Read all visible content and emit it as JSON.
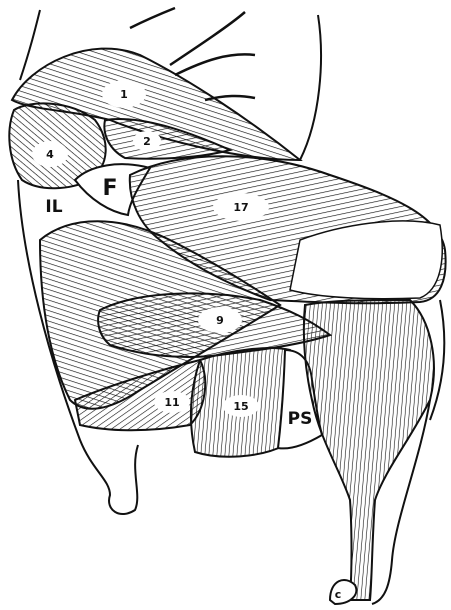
{
  "diagram": {
    "labels": {
      "m1": "1",
      "m2": "2",
      "m4": "4",
      "f": "F",
      "il": "IL",
      "m17": "17",
      "m9": "9",
      "m11": "11",
      "m15": "15",
      "ps": "PS",
      "c": "c"
    },
    "colors": {
      "ink": "#111111",
      "paper": "#ffffff"
    }
  }
}
